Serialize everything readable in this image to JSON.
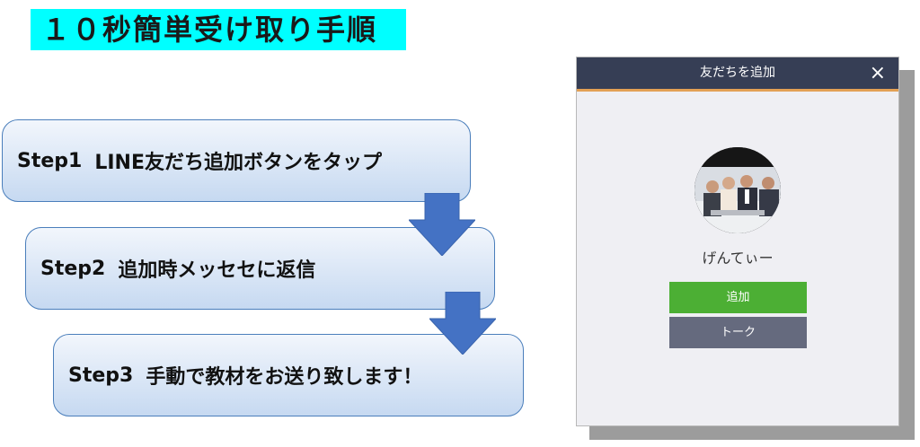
{
  "title": "１０秒簡単受け取り手順",
  "steps": [
    {
      "num": "Step1",
      "text": "LINE友だち追加ボタンをタップ"
    },
    {
      "num": "Step2",
      "text": "追加時メッセセに返信"
    },
    {
      "num": "Step3",
      "text": "手動で教材をお送り致します！"
    }
  ],
  "dialog": {
    "title": "友だちを追加",
    "close_icon": "×",
    "profile_name": "げんてぃー",
    "add_label": "追加",
    "talk_label": "トーク"
  },
  "colors": {
    "title_bg": "#00ffff",
    "header_bg": "#363e55",
    "header_accent": "#e3a054",
    "add_button": "#4caf34",
    "talk_button": "#656a7e",
    "arrow": "#4472c4"
  }
}
